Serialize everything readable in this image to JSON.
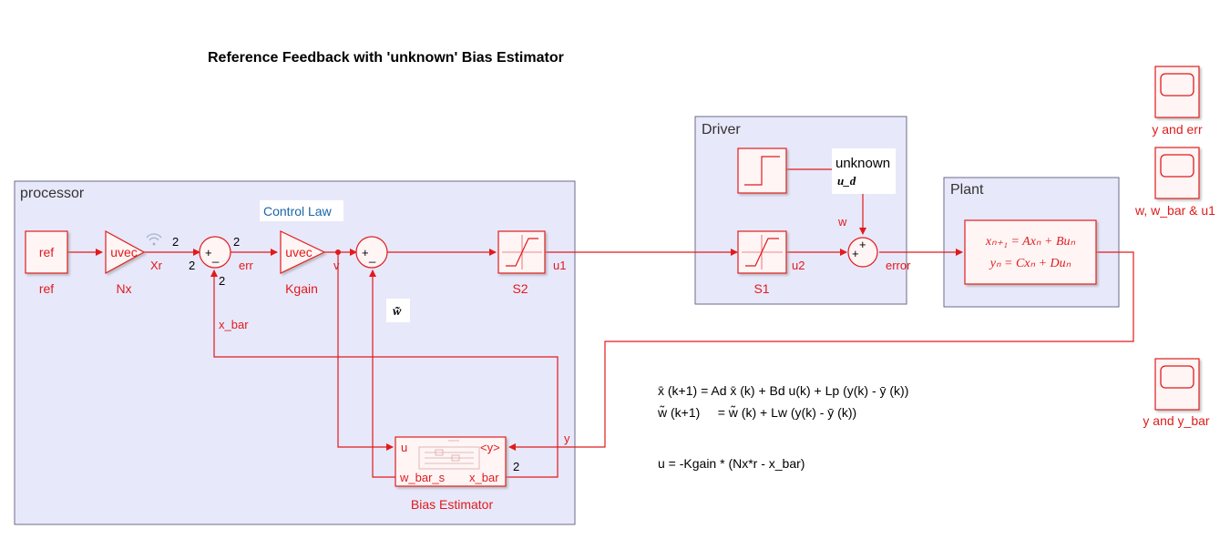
{
  "title": "Reference Feedback with 'unknown' Bias Estimator",
  "colors": {
    "wire": "#e01b1b",
    "block_fill": "#fff5f5",
    "subsystem_fill": "#e8e8fb",
    "subsystem_border": "#6b6b8a",
    "annotation_blue": "#1a66a8"
  },
  "subsystems": {
    "processor": "processor",
    "driver": "Driver",
    "plant": "Plant"
  },
  "blocks": {
    "ref": {
      "content": "ref",
      "label": "ref"
    },
    "nx": {
      "content": "uvec",
      "label": "Nx",
      "signal": "Xr",
      "wireless_icon": "wireless-icon"
    },
    "sum1": {
      "plus": "+",
      "minus": "_"
    },
    "kgain": {
      "content": "uvec",
      "label": "Kgain"
    },
    "sum2": {
      "plus": "+",
      "minus": "_"
    },
    "s2": {
      "label": "S2"
    },
    "s1": {
      "label": "S1"
    },
    "step": {
      "label": ""
    },
    "sum3": {
      "plus1": "+",
      "plus2": "+"
    },
    "plant_ss": {
      "eq1": "xₙ₊₁ = Axₙ + Buₙ",
      "eq2": "yₙ = Cxₙ + Duₙ"
    },
    "bias": {
      "label": "Bias Estimator",
      "port_u": "u",
      "port_y": "<y>",
      "port_wbar": "w_bar_s",
      "port_xbar": "x_bar"
    },
    "scopes": [
      {
        "label": "y and err"
      },
      {
        "label": "w, w_bar & u1"
      },
      {
        "label": "y and y_bar"
      }
    ]
  },
  "control_law": "Control Law",
  "unknown_note": {
    "line1": "unknown",
    "line2": "u_d"
  },
  "signals": {
    "dim_xr": "2",
    "dim_sum_in": "2",
    "dim_sum_out": "2",
    "dim_sum_bottom": "2",
    "err": "err",
    "v": "v",
    "u1": "u1",
    "u2": "u2",
    "w": "w",
    "error": "error",
    "x_bar": "x_bar",
    "w_tilde": "w̃",
    "y": "y",
    "dim_xbar": "2"
  },
  "equations": {
    "eq1": "x̄ (k+1) = Ad x̄ (k) + Bd u(k) + Lp (y(k) - ȳ (k))",
    "eq2": "w̃ (k+1)     = w̃ (k) + Lw (y(k) - ȳ (k))",
    "eq3": "u = -Kgain * (Nx*r - x_bar)"
  }
}
